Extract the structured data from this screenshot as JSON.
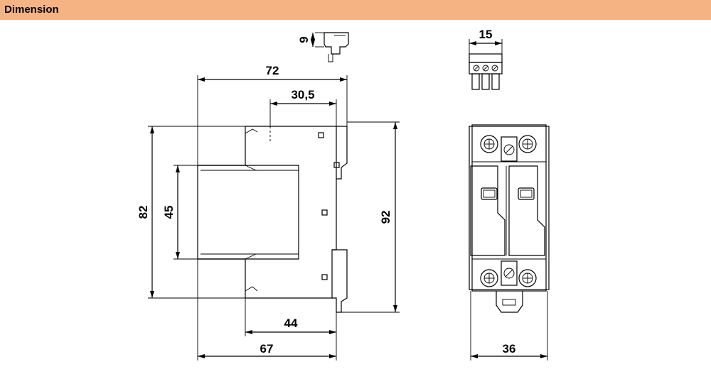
{
  "header": {
    "title": "Dimension"
  },
  "dimensions": {
    "d9": "9",
    "d72": "72",
    "d30_5": "30,5",
    "d82": "82",
    "d45": "45",
    "d92": "92",
    "d44": "44",
    "d67": "67",
    "d15": "15",
    "d36": "36"
  },
  "colors": {
    "header_bg": "#f5b384",
    "line": "#000000"
  }
}
